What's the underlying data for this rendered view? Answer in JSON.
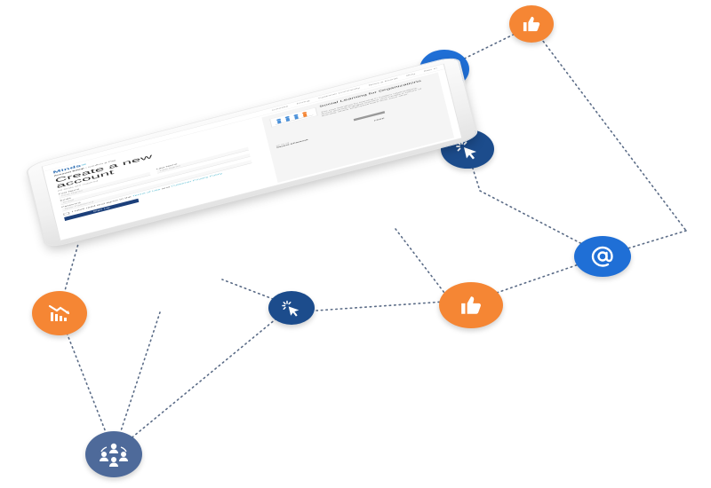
{
  "nav": {
    "items": [
      "Courses",
      "Pricing",
      "Customer Community",
      "News & Events",
      "Blog",
      "Sign In"
    ]
  },
  "left": {
    "logo": "Minds",
    "breadcrumb_step": "Account Setup",
    "breadcrumb_next": "Confirm & Pay",
    "title": "Create a new account",
    "subtitle": "All fields are required",
    "first_name_label": "First Name",
    "first_name_placeholder": "First Name",
    "last_name_label": "Last Name",
    "last_name_placeholder": "Last Name",
    "email_label": "Email",
    "email_placeholder": "Email",
    "password_label": "Password",
    "password_placeholder": "New Password",
    "agree_prefix": "I have read and agree to the",
    "terms_link": "Terms of Use",
    "agree_and": "and",
    "privacy_link": "Customer Privacy Policy",
    "signup": "Sign Up"
  },
  "right": {
    "promo_title": "Social Learning for Organizations",
    "promo_body": "The new standard for learning in modern organizations. Social learning engages learners and creates a culture of learning, where employees learn from each other.",
    "pay_label": "Secure Checkout",
    "fine_print": "FREE"
  },
  "colors": {
    "orange": "#f58634",
    "blue": "#1f6fd6",
    "navy": "#1c4c8c",
    "slate": "#4e6a9a",
    "link_teal": "#3bb0c9",
    "signup_navy": "#1b3f7a"
  },
  "icons": [
    "thumbs-up-icon",
    "phone-icon",
    "cursor-click-icon",
    "at-sign-icon",
    "thumbs-up-icon",
    "cursor-click-icon",
    "chart-down-icon",
    "people-network-icon"
  ]
}
